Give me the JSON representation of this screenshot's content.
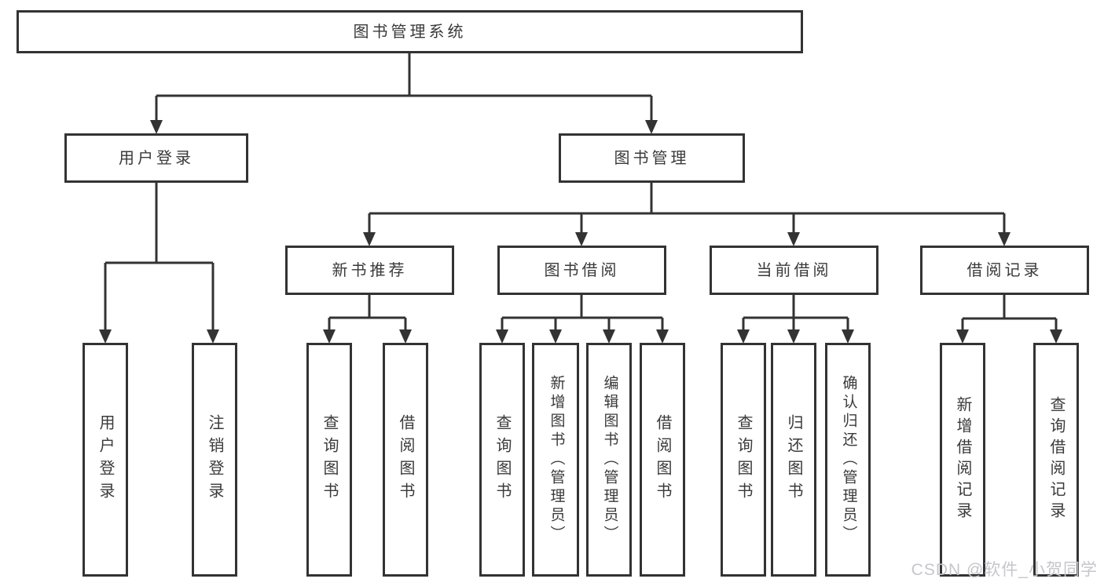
{
  "colors": {
    "line": "#333333",
    "box_border": "#333333",
    "text": "#3a3a3a",
    "watermark": "#c6c6cb",
    "background": "#ffffff"
  },
  "watermark": {
    "text": "CSDN @软件_小贺同学"
  },
  "tree": {
    "root": {
      "label": "图书管理系统"
    },
    "user_login": {
      "label": "用户登录",
      "children": {
        "login": {
          "label": "用户登录"
        },
        "logout": {
          "label": "注销登录"
        }
      }
    },
    "book_mgmt": {
      "label": "图书管理",
      "children": {
        "new_book": {
          "label": "新书推荐",
          "children": {
            "query_books": {
              "label": "查询图书"
            },
            "borrow_books": {
              "label": "借阅图书"
            }
          }
        },
        "book_borrow": {
          "label": "图书借阅",
          "children": {
            "query_books": {
              "label": "查询图书"
            },
            "add_books": {
              "label": "新增图书（管理员）"
            },
            "edit_books": {
              "label": "编辑图书（管理员）"
            },
            "borrow_books": {
              "label": "借阅图书"
            }
          }
        },
        "current_borrow": {
          "label": "当前借阅",
          "children": {
            "query_books": {
              "label": "查询图书"
            },
            "return_books": {
              "label": "归还图书"
            },
            "confirm_return": {
              "label": "确认归还（管理员）"
            }
          }
        },
        "borrow_records": {
          "label": "借阅记录",
          "children": {
            "add_record": {
              "label": "新增借阅记录"
            },
            "query_record": {
              "label": "查询借阅记录"
            }
          }
        }
      }
    }
  }
}
